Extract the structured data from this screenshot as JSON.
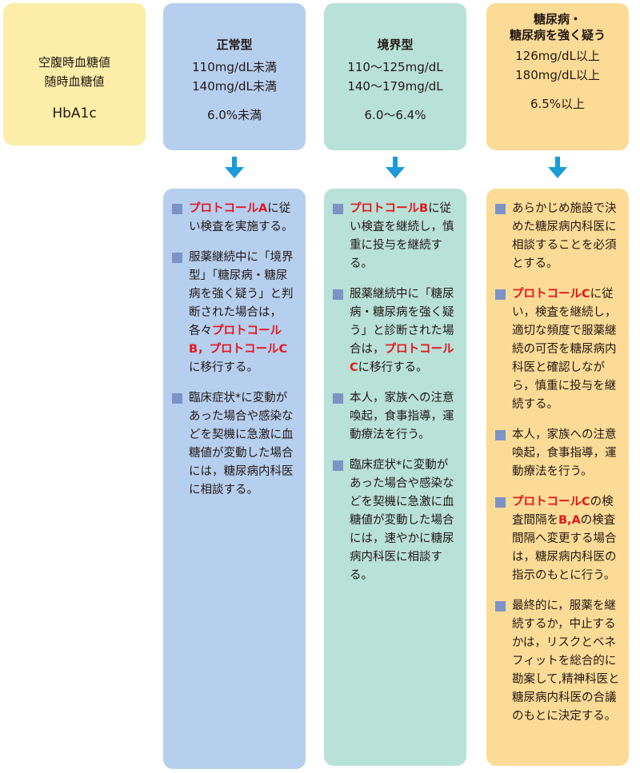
{
  "legend": {
    "line1": "空腹時血糖値",
    "line2": "随時血糖値",
    "line3": "HbA1c"
  },
  "columns": [
    {
      "title": "正常型",
      "fasting": "110mg/dL未満",
      "random": "140mg/dL未満",
      "hba1c": "6.0%未満",
      "items": [
        [
          {
            "t": "プロトコールA",
            "red": true
          },
          {
            "t": "に従い検査を実施する。"
          }
        ],
        [
          {
            "t": "服薬継続中に「境界型」「糖尿病・糖尿病を強く疑う」と判断された場合は，各々"
          },
          {
            "t": "プロトコールB，プロトコールC",
            "red": true
          },
          {
            "t": "に移行する。"
          }
        ],
        [
          {
            "t": "臨床症状*に変動があった場合や感染などを契機に急激に血糖値が変動した場合には，糖尿病内科医に相談する。"
          }
        ]
      ]
    },
    {
      "title": "境界型",
      "fasting": "110〜125mg/dL",
      "random": "140〜179mg/dL",
      "hba1c": "6.0〜6.4%",
      "items": [
        [
          {
            "t": "プロトコールB",
            "red": true
          },
          {
            "t": "に従い検査を継続し，慎重に投与を継続する。"
          }
        ],
        [
          {
            "t": "服薬継続中に「糖尿病・糖尿病を強く疑う」と診断された場合は，"
          },
          {
            "t": "プロトコールC",
            "red": true
          },
          {
            "t": "に移行する。"
          }
        ],
        [
          {
            "t": "本人，家族への注意喚起，食事指導，運動療法を行う。"
          }
        ],
        [
          {
            "t": "臨床症状*に変動があった場合や感染などを契機に急激に血糖値が変動した場合には，速やかに糖尿病内科医に相談する。"
          }
        ]
      ]
    },
    {
      "title": "糖尿病・\n糖尿病を強く疑う",
      "fasting": "126mg/dL以上",
      "random": "180mg/dL以上",
      "hba1c": "6.5%以上",
      "items": [
        [
          {
            "t": "あらかじめ施設で決めた糖尿病内科医に相談することを必須とする。"
          }
        ],
        [
          {
            "t": "プロトコールC",
            "red": true
          },
          {
            "t": "に従い，検査を継続し，適切な頻度で服薬継続の可否を糖尿病内科医と確認しながら，慎重に投与を継続する。"
          }
        ],
        [
          {
            "t": "本人，家族への注意喚起，食事指導，運動療法を行う。"
          }
        ],
        [
          {
            "t": "プロトコールC",
            "red": true
          },
          {
            "t": "の検査間隔を"
          },
          {
            "t": "B,A",
            "red": true
          },
          {
            "t": "の検査間隔へ変更する場合は，糖尿病内科医の指示のもとに行う。"
          }
        ],
        [
          {
            "t": "最終的に，服薬を継続するか，中止するかは，リスクとベネフィットを総合的に勘案して,精神科医と糖尿病内科医の合議のもとに決定する。"
          }
        ]
      ]
    }
  ]
}
